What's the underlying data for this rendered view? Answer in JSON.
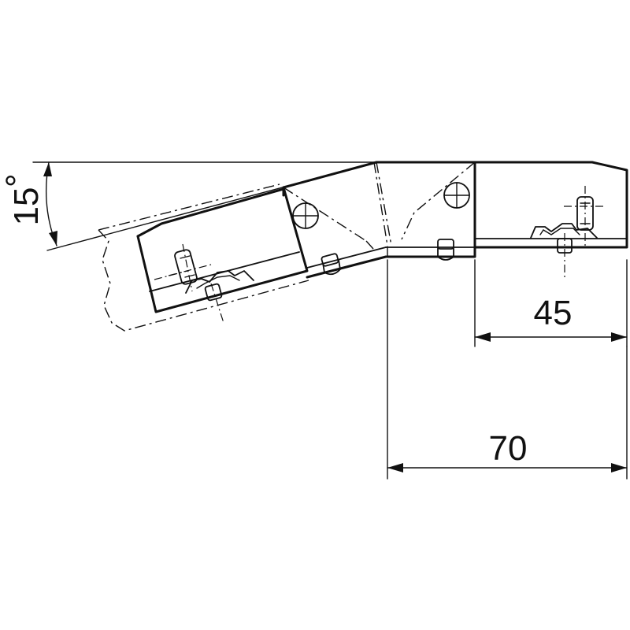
{
  "dimensions": {
    "angle": {
      "value": "15",
      "unit": "°"
    },
    "width_45": "45",
    "width_70": "70"
  }
}
